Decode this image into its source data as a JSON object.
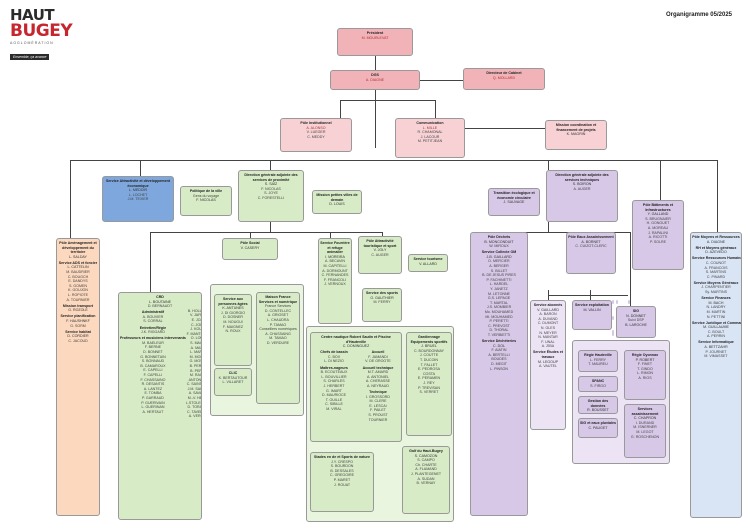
{
  "header": {
    "logo_line1": "HAUT",
    "logo_line2": "BUGEY",
    "logo_line3": "AGGLOMÉRATION",
    "logo_tagline": "Ensemble, ça avance",
    "title": "Organigramme 05/2025"
  },
  "top": {
    "president": {
      "title": "Président",
      "name": "M. MOURLEVAT"
    },
    "dgs": {
      "title": "DGS",
      "name": "A. DIAGNE"
    },
    "cabinet": {
      "title": "Directeur de Cabinet",
      "name": "Q. MOLLARD"
    },
    "pole_inst": {
      "title": "Pôle Institutionnel",
      "name": "A. ALONSO",
      "members": [
        "V. LUEGER",
        "C. MEDDY"
      ]
    },
    "communication": {
      "title": "Communication",
      "name": "L. MILLE",
      "members": [
        "R. CHAMONAL",
        "J. LACOUR",
        "M. PETITJEAN"
      ]
    },
    "mission_coord": {
      "title": "Mission coordination et financement de projets",
      "name": "K. MAGRIN"
    }
  },
  "attractivite": {
    "title": "Service Attractivité et développement économique",
    "name": "L. MEDDIR",
    "members": [
      "L. LOCHET",
      "J.M. TEXIER"
    ]
  },
  "dga_saiz": {
    "title": "Direction générale adjointe des services de proximité",
    "name": "S. SAÏZ",
    "members": [
      "F. NICOLAS",
      "S. JOYE",
      "C. FORESTELLI"
    ]
  },
  "politique_ville": {
    "title": "Politique de la ville",
    "sub": "Gens du voyage",
    "name": "F. NICOLAS"
  },
  "mission_petites": {
    "title": "Mission petites villes de demain",
    "name": "D. LOUIS"
  },
  "dga_boiron": {
    "title": "Direction générale adjointe des services techniques",
    "name": "S. BOIRON",
    "members": [
      "A. AUGER"
    ]
  },
  "transition": {
    "title": "Transition écologique et économie circulaire",
    "name": "J. SAUVAGE"
  },
  "batiments": {
    "title": "Pôle Bâtiments et Infrastructures",
    "name": "Y. GALLAND",
    "members": [
      "S. BRUGNAIER",
      "H. GONGUET",
      "A. MOREAU",
      "J. RAPALINI",
      "A. RICOTTI",
      "P. SOLRE"
    ]
  },
  "amenagement": {
    "title": "Pôle Aménagement et développement du territoire",
    "name": "L. SALDAY",
    "groups": [
      {
        "title": "Service ADS et foncier",
        "name": "L. CATTELIN",
        "members": [
          "M. BAUDRIER",
          "C. BOUGCH",
          "E. DANDYS",
          "S. GOMEN",
          "K. GOUJON",
          "L. ROPIOTE",
          "A. TOURNIER"
        ]
      },
      {
        "title": "Mission transport",
        "name": "G. ROZOLE",
        "members": []
      },
      {
        "title": "Service planification",
        "name": "F. HAUSHNKF",
        "members": [
          "G. SORM"
        ]
      },
      {
        "title": "Service habitat",
        "name": "D. CORDIER",
        "members": [
          "C. JACOUD"
        ]
      }
    ]
  },
  "crd": {
    "title": "CRD",
    "name": "L. BOUTAINE",
    "deputy": "D. BERNAUDT",
    "col1": [
      {
        "title": "Administratif",
        "members": [
          "A. BOUVIER",
          "S. CORRAL"
        ]
      },
      {
        "title": "Entretien/Régie",
        "members": [
          "J.K. RIGGARD"
        ]
      },
      {
        "title": "Professeurs et musiciens intervenants",
        "members": [
          "M. BAELEUR",
          "F. BERNE",
          "D. BONNET",
          "G. BONNETAIN",
          "S. BONNAUD",
          "B. CAMAROUX",
          "E. CAPELLI",
          "F. CAPELLI",
          "F. CHASSAINO",
          "R. DESANTIS",
          "A. LANTEZ",
          "E. TOMBA",
          "P. GARRAUD",
          "P. GUERIVAIN",
          "L. GUERINAN",
          "A. HERTAUT"
        ]
      }
    ],
    "col2": [
      "B. HOLLARD",
      "V. JAFFET",
      "E. JOAN",
      "C. JOUBI",
      "J. KOUAN",
      "F. MANTOVAN",
      "O. LOUIS",
      "S. MACEL",
      "A. MAIRE",
      "L. MAREB",
      "M. MOREL",
      "G. MOSCA",
      "B. PERRIN",
      "B. PEROT",
      "M. RAOUL",
      "ANTONELLI",
      "C. SAINT-CYR",
      "J.M. SAUZET",
      "A. SAVARIN",
      "M.-V. HERVE",
      "L.STOLERMAN",
      "D. TORASSO",
      "C. TAVERNET",
      "A. VERGER"
    ]
  },
  "social": {
    "title": "Pôle Social",
    "name": "V. CASERY",
    "sap": {
      "title": "Service aux personnes âgées",
      "name": "K. ANTUNES",
      "members": [
        "J. DI GIORGIO",
        "D. DOSNER",
        "M. NOUGUI",
        "F. MAIGNEZ",
        "N. ROUX"
      ]
    },
    "ccas": {
      "title": "CLIC",
      "members": [
        "K. BERTAUTOUR",
        "L. VILLARET"
      ]
    },
    "france": {
      "title": "Maison France Services et numérique",
      "members": [
        "France Services",
        "D. CONTELLEC",
        "A. GRIOSET",
        "L. CHAUDRA",
        "P. TAMAO",
        "Conseillers numériques",
        "A. CHASSAING",
        "M. TAMAO",
        "D. VERDURE"
      ]
    }
  },
  "fourriere": {
    "title": "Service Fourrière et refuge animalier",
    "name": "I. MOREIRA",
    "members": [
      "A. BECAVIN",
      "M. CAPITELLI",
      "A. DORMOUNT",
      "C. FERNANDES",
      "F. FRANCOLI",
      "J. VERNOUX"
    ]
  },
  "tourisme": {
    "title": "Pôle Attractivité touristique et sport",
    "name": "V. JOLY",
    "members": [
      "C. AUGER"
    ]
  },
  "sports": {
    "title": "Service des sports",
    "name": "G. GAUTHIER",
    "members": [
      "M. FERRY"
    ]
  },
  "service_tourisme": {
    "title": "Service tourisme",
    "name": "V. ALLARD"
  },
  "nautique": {
    "title": "Centre nautique Robert Sautin et Piscine d'Hauteville",
    "name": "C. DOMINGUEZ",
    "col1": [
      {
        "title": "Chefs de bassin",
        "members": [
          "C. BOX",
          "L. DI NEZIO"
        ]
      },
      {
        "title": "Maîtres-nageurs",
        "members": [
          "B. ECOUTEAUX",
          "L. BOUVILLIER",
          "S. CHARLES",
          "J. HERBERT",
          "G. IMART",
          "D. MAURIOCE",
          "T. OUILLE",
          "C. SIBILLE",
          "M. VIRAL"
        ]
      }
    ],
    "col2": [
      {
        "title": "Accueil",
        "members": [
          "F. JAMANDI",
          "V. DE GROOTE"
        ]
      },
      {
        "title": "Accueil technique",
        "members": [
          "M.T. AMARD",
          "A. ANTONIEL",
          "A. CHERASSE",
          "A. NEYRAUD"
        ]
      },
      {
        "title": "Technique",
        "members": [
          "I. GROSSORD",
          "M. CLERE",
          "E. LESCAI",
          "F. PAILET",
          "S. PROUST",
          "TOURNIER"
        ]
      }
    ]
  },
  "stades": {
    "title": "Stades en de et Sports de nature",
    "members": [
      "J.Y. CRESPO",
      "S. BOURDON",
      "B. DESSALES",
      "C. GREGOIRE",
      "P. MARET",
      "J. ROUAT"
    ]
  },
  "gardiennage": {
    "title": "Gardiennage Equipements sportifs",
    "name": "J. BRUEL",
    "members": [
      "C. BOURDONNAY",
      "J. COUTTE",
      "T. DUCOIN",
      "T. FALLET",
      "E. PEDROSA",
      "COSTA",
      "E. PERAMEN",
      "J. REY",
      "P. TREVISAN",
      "S. VERRET"
    ]
  },
  "golf": {
    "title": "Golf du Haut-Bugey",
    "name": "S. CAMOZON",
    "members": [
      "S. CAMPO",
      "Ch. CHARTE",
      "A. FLAMAND",
      "J. PLANTEGENET",
      "A. SUDAN",
      "B. VERNAY"
    ]
  },
  "dechets": {
    "title": "Pôle Déchets",
    "name": "B. MONCONDUIT",
    "deputy": "W. MIROUX",
    "collecte": {
      "title": "Service Collecte OM",
      "name": "J-B. GAILLARD",
      "deputy": "D. MERCIER",
      "members": [
        "A. BERGER",
        "S. BILLET",
        "B. DE JESUS PIRES",
        "P. FACHINETTI",
        "L. HARDEL",
        "Y. JANETZ",
        "M. LETONNE",
        "G.S. LEPAGE",
        "T. MARTAL",
        "J.S. MOMBIER",
        "Mo. MOUHAMED",
        "Mi. MOUHAMED",
        "P. PERETTI",
        "C. PREVOST",
        "D. THORAL",
        "T. VERBIETTI"
      ]
    },
    "decheteries": {
      "title": "Service Déchèteries",
      "name": "C. DOL",
      "members": [
        "F. AIATIN",
        "A. BERTELLI",
        "BOUDES",
        "D. MEGIT",
        "L. PINSON"
      ]
    }
  },
  "eaux": {
    "title": "Pôle Eaux Assainissement",
    "name": "A. BORNET",
    "members": [
      "C. CUIZOT-CLERC"
    ]
  },
  "abonnes": {
    "title": "Service abonnés",
    "name": "V. GAILLARD",
    "members": [
      "A. BARON",
      "A. DUVAND",
      "C. DUMONT",
      "N. GLES",
      "N. MEYER",
      "N. MANTAR",
      "F. UNAL",
      "A. ZIBA"
    ],
    "etudes": {
      "title": "Service Études et travaux",
      "name": "M. LEGOUP",
      "members": [
        "A. VAUTEL"
      ]
    }
  },
  "exploitation": {
    "title": "Service exploitation",
    "name": "M. VALLIN",
    "regie": {
      "title": "Régie Hauteville",
      "members": [
        "L. FERRY",
        "T. MAUREU"
      ]
    },
    "spanc": {
      "title": "SPANC",
      "members": [
        "S. FIRGO"
      ]
    },
    "gestion": {
      "title": "Gestion des données",
      "name": "R. BOUSSET"
    },
    "sig": {
      "title": "SIG et eaux pluviales",
      "name": "C. PAUGET"
    },
    "regie_oyonnax": {
      "title": "Régie Oyonnax",
      "name": "P. ROBERT",
      "members": [
        "F. FINET",
        "T. GINDO",
        "L. RIMON",
        "A. RIOS"
      ]
    },
    "assainissement": {
      "title": "Services assainissement",
      "name": "C. CHAPRON",
      "members": [
        "I. DURAND",
        "M. ISNERNER",
        "M. LEGOT",
        "G. ROSCHENON"
      ]
    }
  },
  "sig_pole": {
    "title": "SIG",
    "name": "N. DONNET",
    "sub": "Suivi DSP",
    "deputy": "B. LAROCHE"
  },
  "moyens": {
    "title": "Pôle Moyens et Ressources",
    "name": "A. DIAGNE",
    "groups": [
      {
        "title": "RH et Moyens généraux",
        "name": "D. AZEVEDO",
        "members": []
      },
      {
        "title": "Service Ressources Humaines",
        "name": "",
        "members": [
          "C. COUNOT",
          "A. FRANCOIS",
          "S. MARTINS",
          "C. PINARD"
        ]
      },
      {
        "title": "Service Moyens Généraux",
        "name": "",
        "members": [
          "J. CHARPENTIER",
          "Sy. MARTINS"
        ]
      },
      {
        "title": "Service Finances",
        "name": "M. BACH",
        "members": [
          "N. LANDRY",
          "M. MARTIN",
          "N. PETTINI"
        ]
      },
      {
        "title": "Service Juridique et Commande publique",
        "name": "M. GUILLAUME",
        "members": [
          "C. BOULT",
          "A. PERRIN"
        ]
      },
      {
        "title": "Service Informatique",
        "name": "A. BETTZAHR",
        "members": [
          "P. JOURNET",
          "M. VIMASSET"
        ]
      }
    ]
  }
}
